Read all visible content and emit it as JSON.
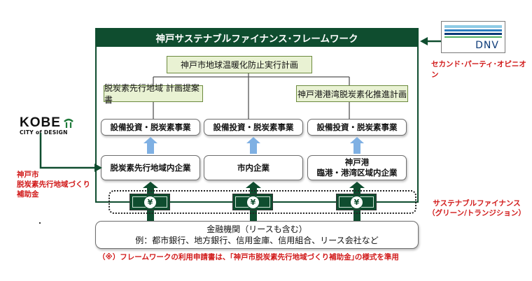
{
  "framework": {
    "title": "神戸サステナブルファイナンス･フレームワーク"
  },
  "plan": {
    "label": "神戸市地球温暖化防止実行計画"
  },
  "columns": [
    {
      "plan": "脱炭素先行地域 計画提案書",
      "investment": "設備投資・脱炭素事業",
      "recipient_line1": "脱炭素先行地域内企業",
      "recipient_line2": ""
    },
    {
      "plan": "",
      "investment": "設備投資・脱炭素事業",
      "recipient_line1": "市内企業",
      "recipient_line2": ""
    },
    {
      "plan": "神戸港港湾脱炭素化推進計画",
      "investment": "設備投資・脱炭素事業",
      "recipient_line1": "神戸港",
      "recipient_line2": "臨港・港湾区域内企業"
    }
  ],
  "kobe_logo": {
    "line1": "KOBE",
    "line2": "CITY of DESIGN"
  },
  "subsidy": {
    "line1": "神戸市",
    "line2": "脱炭素先行地域づくり",
    "line3": "補助金"
  },
  "dnv": {
    "logo_text": "DNV",
    "caption": "セカンド･パーティ･オピニオン"
  },
  "sustainable_finance": {
    "line1": "サステナブルファイナンス",
    "line2": "（グリーン/トランジション）"
  },
  "money_symbol": "¥",
  "financial_institutions": {
    "line1": "金融機関（リースも含む）",
    "line2": "例：都市銀行、地方銀行、信用金庫、信用組合、リース会社など"
  },
  "footnote": "（※）フレームワークの利用申請書は、｢神戸市脱炭素先行地域づくり補助金｣の様式を準用",
  "colors": {
    "dark_green": "#0f4d2f",
    "light_green": "#e9f2d3",
    "arrow_blue": "#7fb0e3",
    "red": "#d11a1a"
  }
}
